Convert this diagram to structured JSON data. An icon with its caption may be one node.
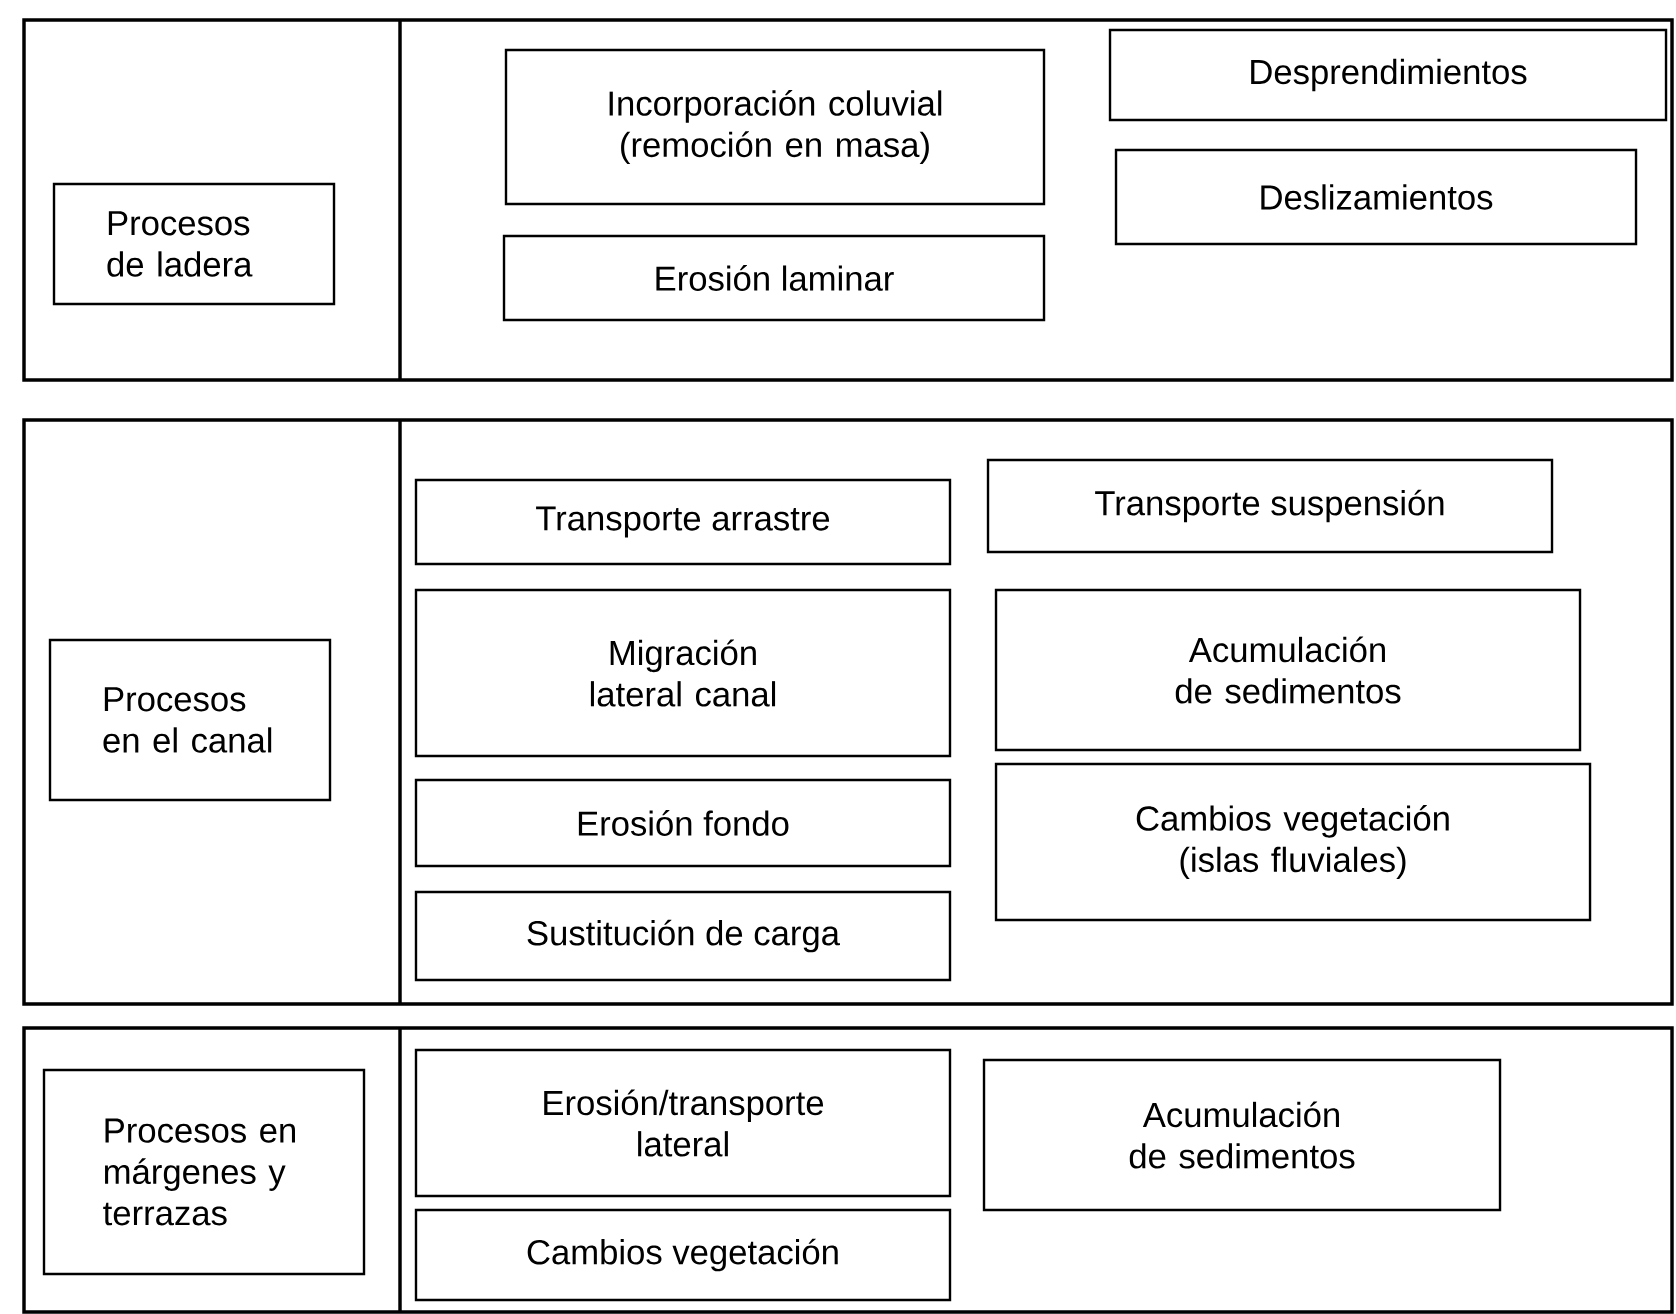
{
  "diagram": {
    "nodes": [
      {
        "text": [],
        "shape": "box"
      },
      {
        "text": [
          "Procesos de ladera"
        ],
        "in": 0
      },
      {
        "text": [
          "Incorporación coluvial (remoción en masa)"
        ],
        "in": 0
      },
      {
        "text": [
          "Desprendimientos"
        ],
        "in": 0
      },
      {
        "text": [
          "Deslizamientos"
        ],
        "in": 0
      },
      {
        "text": [
          "Erosión laminar"
        ],
        "in": 0
      },
      {
        "text": [],
        "shape": "box"
      },
      {
        "text": [
          "Procesos en el canal"
        ],
        "in": 6
      },
      {
        "text": [
          "Transporte arrastre"
        ],
        "in": 6
      },
      {
        "text": [
          "Transporte suspensión"
        ],
        "in": 6
      },
      {
        "text": [
          "Migración lateral canal"
        ],
        "in": 6
      },
      {
        "text": [
          "Acumulación de sedimentos"
        ],
        "in": 6
      },
      {
        "text": [
          "Erosión fondo"
        ],
        "in": 6
      },
      {
        "text": [
          "Cambios vegetación (islas fluviales)"
        ],
        "in": 6
      },
      {
        "text": [
          "Sustitución de carga"
        ],
        "in": 6
      },
      {
        "text": [],
        "shape": "box"
      },
      {
        "text": [
          "Procesos en márgenes y terrazas"
        ],
        "in": 15
      },
      {
        "text": [
          "Erosión/transporte lateral"
        ],
        "in": 15
      },
      {
        "text": [
          "Acumulación de sedimentos"
        ],
        "in": 15
      },
      {
        "text": [
          "Cambios vegetación"
        ],
        "in": 15
      }
    ]
  }
}
